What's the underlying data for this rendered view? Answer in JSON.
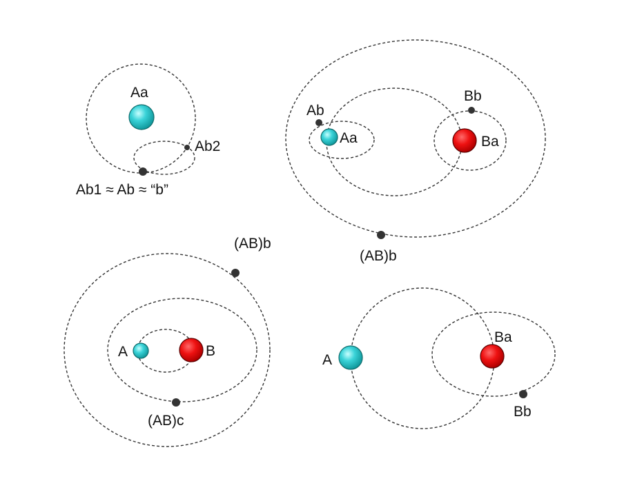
{
  "colors": {
    "star_a": "#27c8cf",
    "star_b": "#ee1111",
    "companion": "#333333",
    "orbit": "#333333"
  },
  "panels": [
    {
      "labels": {
        "star": "Aa",
        "companion2": "Ab2",
        "companion1": "Ab1 ≈ Ab ≈ “b”"
      }
    },
    {
      "labels": {
        "companion_b": "Bb",
        "companion_a": "Ab",
        "star_a": "Aa",
        "star_b": "Ba",
        "outer_companion": "(AB)b"
      }
    },
    {
      "labels": {
        "outer_companion": "(AB)b",
        "star_a": "A",
        "star_b": "B",
        "middle_companion": "(AB)c"
      }
    },
    {
      "labels": {
        "star_a": "A",
        "star_b": "Ba",
        "companion_b": "Bb"
      }
    }
  ]
}
